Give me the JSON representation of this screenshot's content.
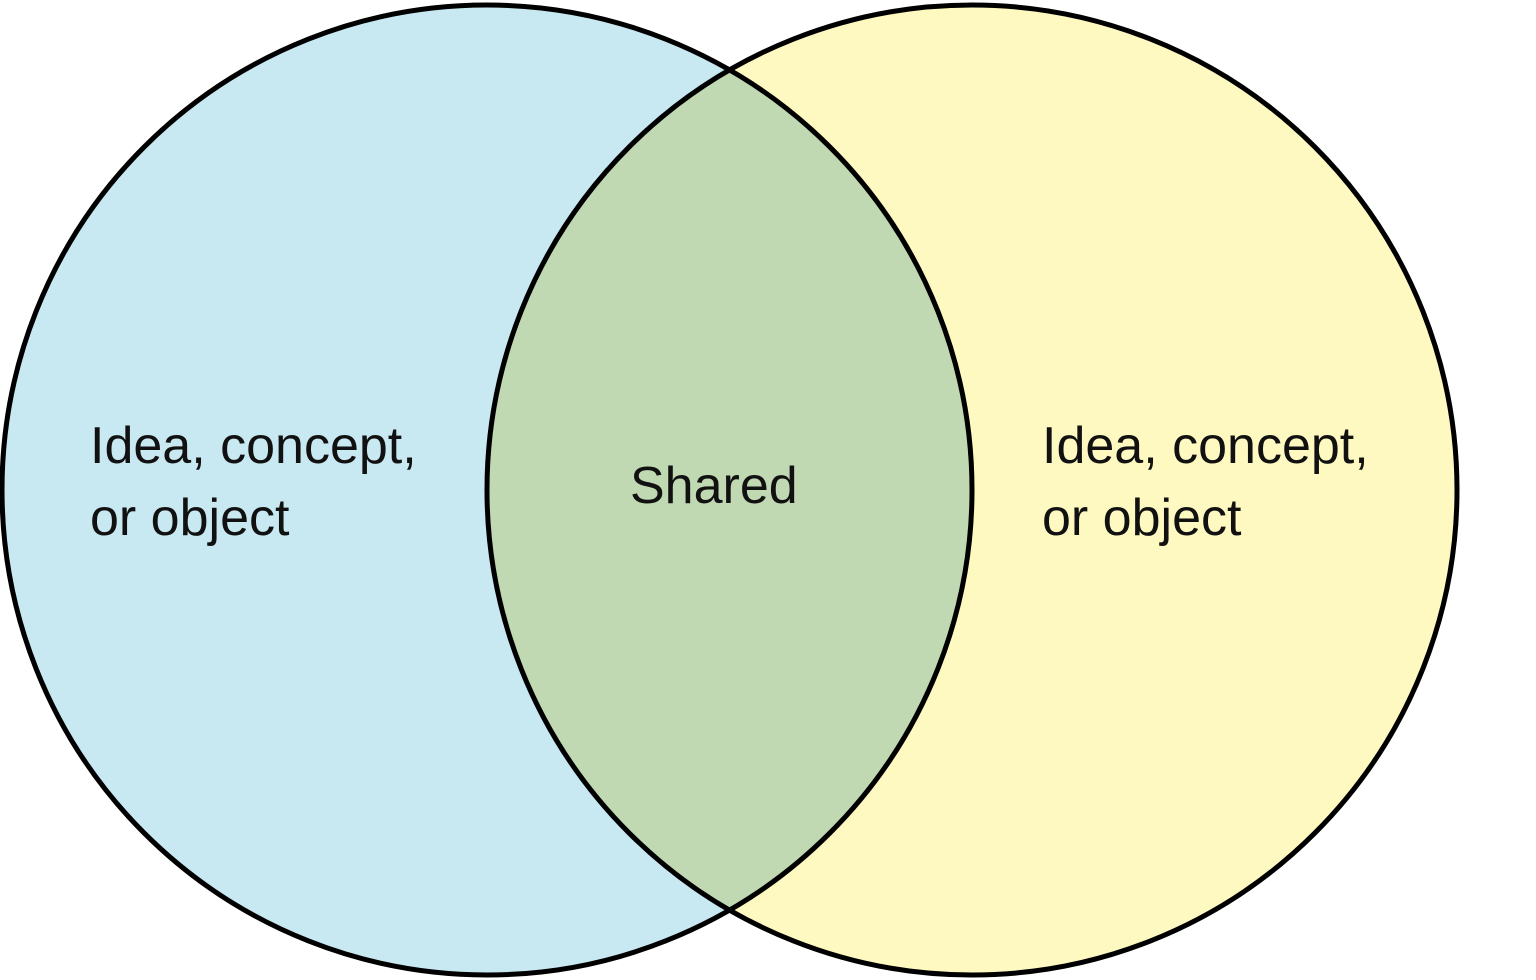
{
  "colors": {
    "left_fill": "#c8e8f2",
    "right_fill": "#fef9c1",
    "overlap_fill": "#c0d9b2",
    "stroke": "#000000",
    "text": "#111111"
  },
  "left_set": {
    "line1": "Idea, concept,",
    "line2": "or object"
  },
  "right_set": {
    "line1": "Idea, concept,",
    "line2": "or object"
  },
  "intersection": {
    "label": "Shared"
  }
}
